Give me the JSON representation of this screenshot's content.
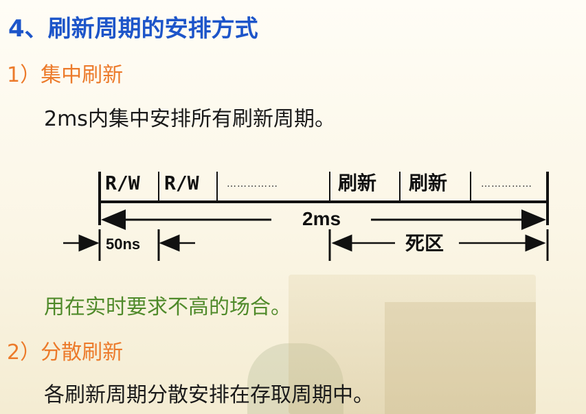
{
  "title": "4、刷新周期的安排方式",
  "section1": {
    "heading": "1）集中刷新",
    "desc": "2ms内集中安排所有刷新周期。",
    "note": "用在实时要求不高的场合。"
  },
  "diagram": {
    "cells": [
      "R/W",
      "R/W",
      "刷新",
      "刷新"
    ],
    "dots": "……………",
    "total_label": "2ms",
    "cycle_label": "50ns",
    "dead_label": "死区"
  },
  "section2": {
    "heading": "2）分散刷新",
    "desc": "各刷新周期分散安排在存取周期中。"
  }
}
